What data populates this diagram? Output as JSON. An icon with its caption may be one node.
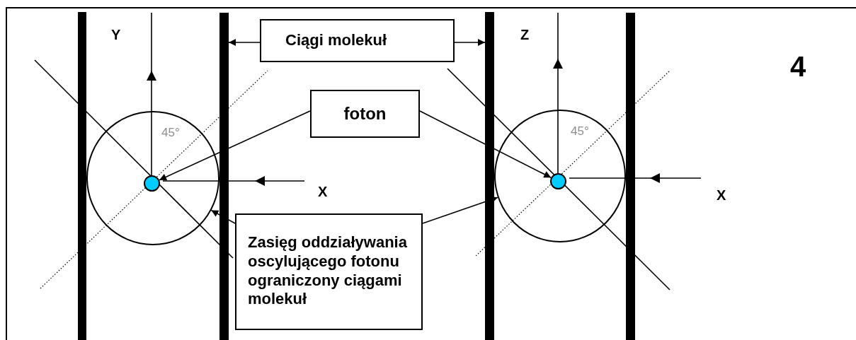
{
  "diagram": {
    "nodes": [
      {
        "text": [
          "Ciągi molekuł"
        ]
      },
      {
        "text": [
          "foton"
        ]
      },
      {
        "text": [
          "Zasięg oddziaływania oscylującego fotonu ograniczony ciągami molekuł"
        ]
      },
      {
        "text": [],
        "shape": "bar"
      },
      {
        "text": [],
        "shape": "bar"
      },
      {
        "text": [],
        "shape": "bar"
      },
      {
        "text": [],
        "shape": "bar"
      },
      {
        "text": [],
        "shape": "circle"
      },
      {
        "text": [],
        "shape": "circle"
      },
      {
        "text": [],
        "shape": "circle",
        "in": 7
      },
      {
        "text": [],
        "shape": "circle",
        "in": 8
      }
    ],
    "edges": [
      {
        "from": 0,
        "to": 4,
        "arrow": "to"
      },
      {
        "from": 0,
        "to": 5,
        "arrow": "to"
      },
      {
        "from": 1,
        "to": 9,
        "arrow": "to"
      },
      {
        "from": 1,
        "to": 10,
        "arrow": "to"
      },
      {
        "from": 2,
        "to": 7,
        "arrow": "to"
      },
      {
        "from": 2,
        "to": 8,
        "arrow": "to"
      }
    ],
    "labels": [
      "Y",
      "Z",
      "4",
      "45°",
      "45°",
      "X",
      "X"
    ]
  }
}
